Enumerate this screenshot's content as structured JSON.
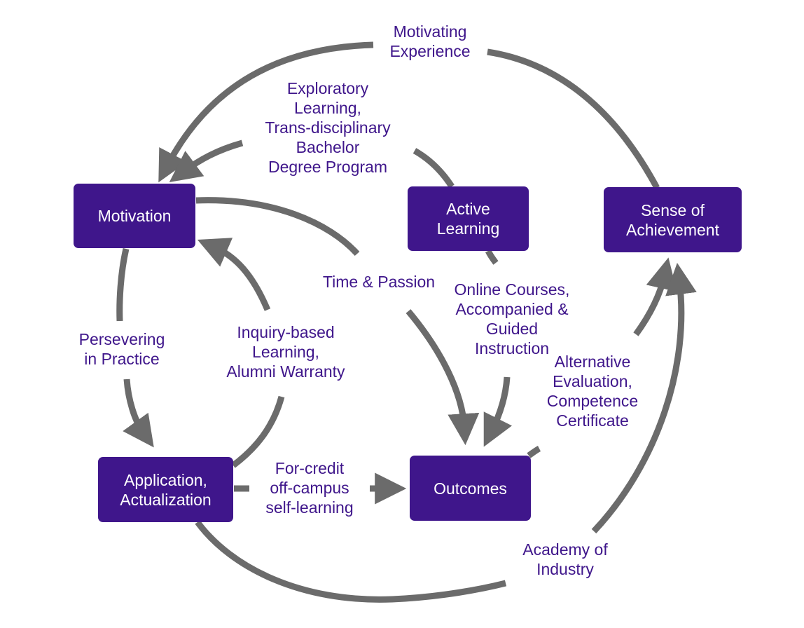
{
  "colors": {
    "node_fill": "#3f168b",
    "node_text": "#ffffff",
    "label_text": "#3f168b",
    "connector": "#6b6b6b"
  },
  "nodes": {
    "motivation": "Motivation",
    "active_learning": "Active\nLearning",
    "sense_of_achievement": "Sense of\nAchievement",
    "application": "Application,\nActualization",
    "outcomes": "Outcomes"
  },
  "labels": {
    "motivating_experience": "Motivating\nExperience",
    "exploratory": "Exploratory\nLearning,\nTrans-disciplinary\nBachelor\nDegree Program",
    "time_passion": "Time & Passion",
    "online_courses": "Online Courses,\nAccompanied &\nGuided\nInstruction",
    "persevering": "Persevering\nin Practice",
    "inquiry": "Inquiry-based\nLearning,\nAlumni Warranty",
    "alternative_evaluation": "Alternative\nEvaluation,\nCompetence\nCertificate",
    "for_credit": "For-credit\noff-campus\nself-learning",
    "academy": "Academy of\nIndustry"
  },
  "edges": [
    {
      "from": "sense_of_achievement",
      "to": "motivation",
      "label": "motivating_experience"
    },
    {
      "from": "active_learning",
      "to": "motivation",
      "label": "exploratory"
    },
    {
      "from": "motivation",
      "to": "outcomes",
      "label": "time_passion"
    },
    {
      "from": "active_learning",
      "to": "outcomes",
      "label": "online_courses"
    },
    {
      "from": "motivation",
      "to": "application",
      "label": "persevering"
    },
    {
      "from": "application",
      "to": "motivation",
      "label": "inquiry"
    },
    {
      "from": "outcomes",
      "to": "sense_of_achievement",
      "label": "alternative_evaluation"
    },
    {
      "from": "application",
      "to": "outcomes",
      "label": "for_credit"
    },
    {
      "from": "application",
      "to": "sense_of_achievement",
      "label": "academy"
    }
  ]
}
